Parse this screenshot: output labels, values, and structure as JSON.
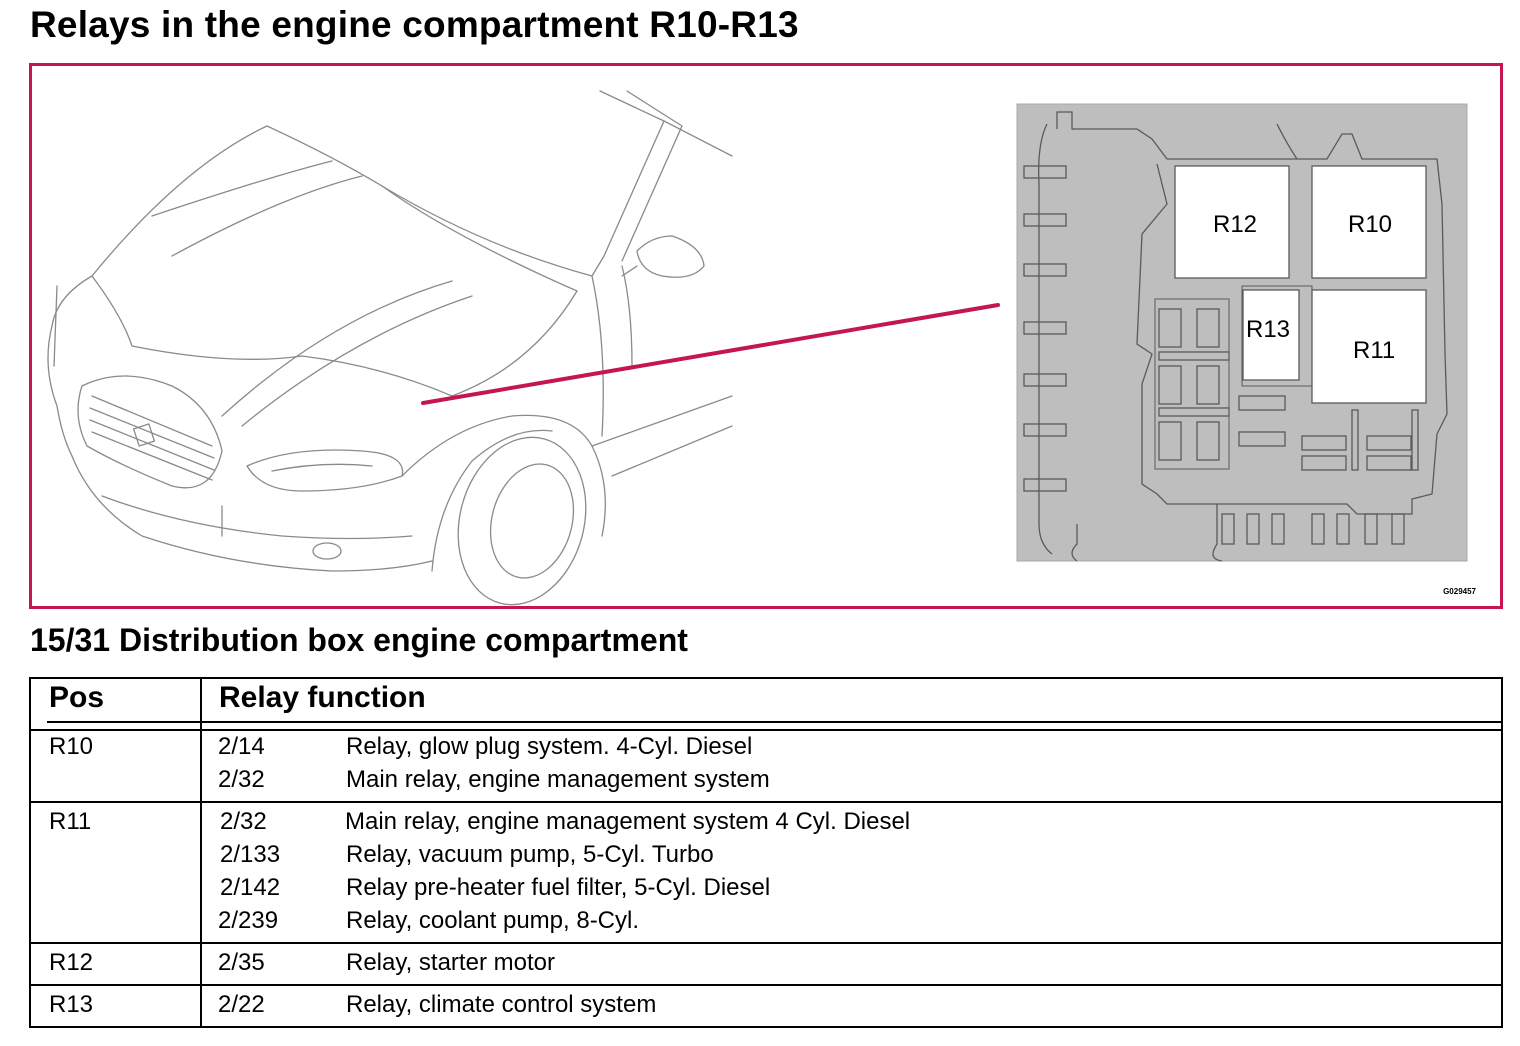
{
  "page": {
    "title": "Relays in the engine compartment R10-R13",
    "section_title": "15/31 Distribution box engine compartment"
  },
  "figure": {
    "code": "G029457",
    "relay_labels": {
      "r10": "R10",
      "r11": "R11",
      "r12": "R12",
      "r13": "R13"
    },
    "colors": {
      "frame": "#c4164f",
      "pointer": "#c4164f",
      "box_background": "#bebebe"
    }
  },
  "table": {
    "headers": {
      "pos": "Pos",
      "function": "Relay function"
    },
    "groups": [
      {
        "pos": "R10",
        "rows": [
          {
            "code": "2/14",
            "desc": "Relay, glow plug system. 4-Cyl. Diesel"
          },
          {
            "code": "2/32",
            "desc": "Main relay, engine management system"
          }
        ]
      },
      {
        "pos": "R11",
        "rows": [
          {
            "code": "2/32",
            "desc": "Main relay, engine management system 4 Cyl. Diesel"
          },
          {
            "code": "2/133",
            "desc": "Relay, vacuum pump, 5-Cyl. Turbo"
          },
          {
            "code": "2/142",
            "desc": "Relay pre-heater fuel filter, 5-Cyl. Diesel"
          },
          {
            "code": "2/239",
            "desc": "Relay, coolant pump, 8-Cyl."
          }
        ]
      },
      {
        "pos": "R12",
        "rows": [
          {
            "code": "2/35",
            "desc": "Relay, starter motor"
          }
        ]
      },
      {
        "pos": "R13",
        "rows": [
          {
            "code": "2/22",
            "desc": "Relay, climate control system"
          }
        ]
      }
    ]
  }
}
